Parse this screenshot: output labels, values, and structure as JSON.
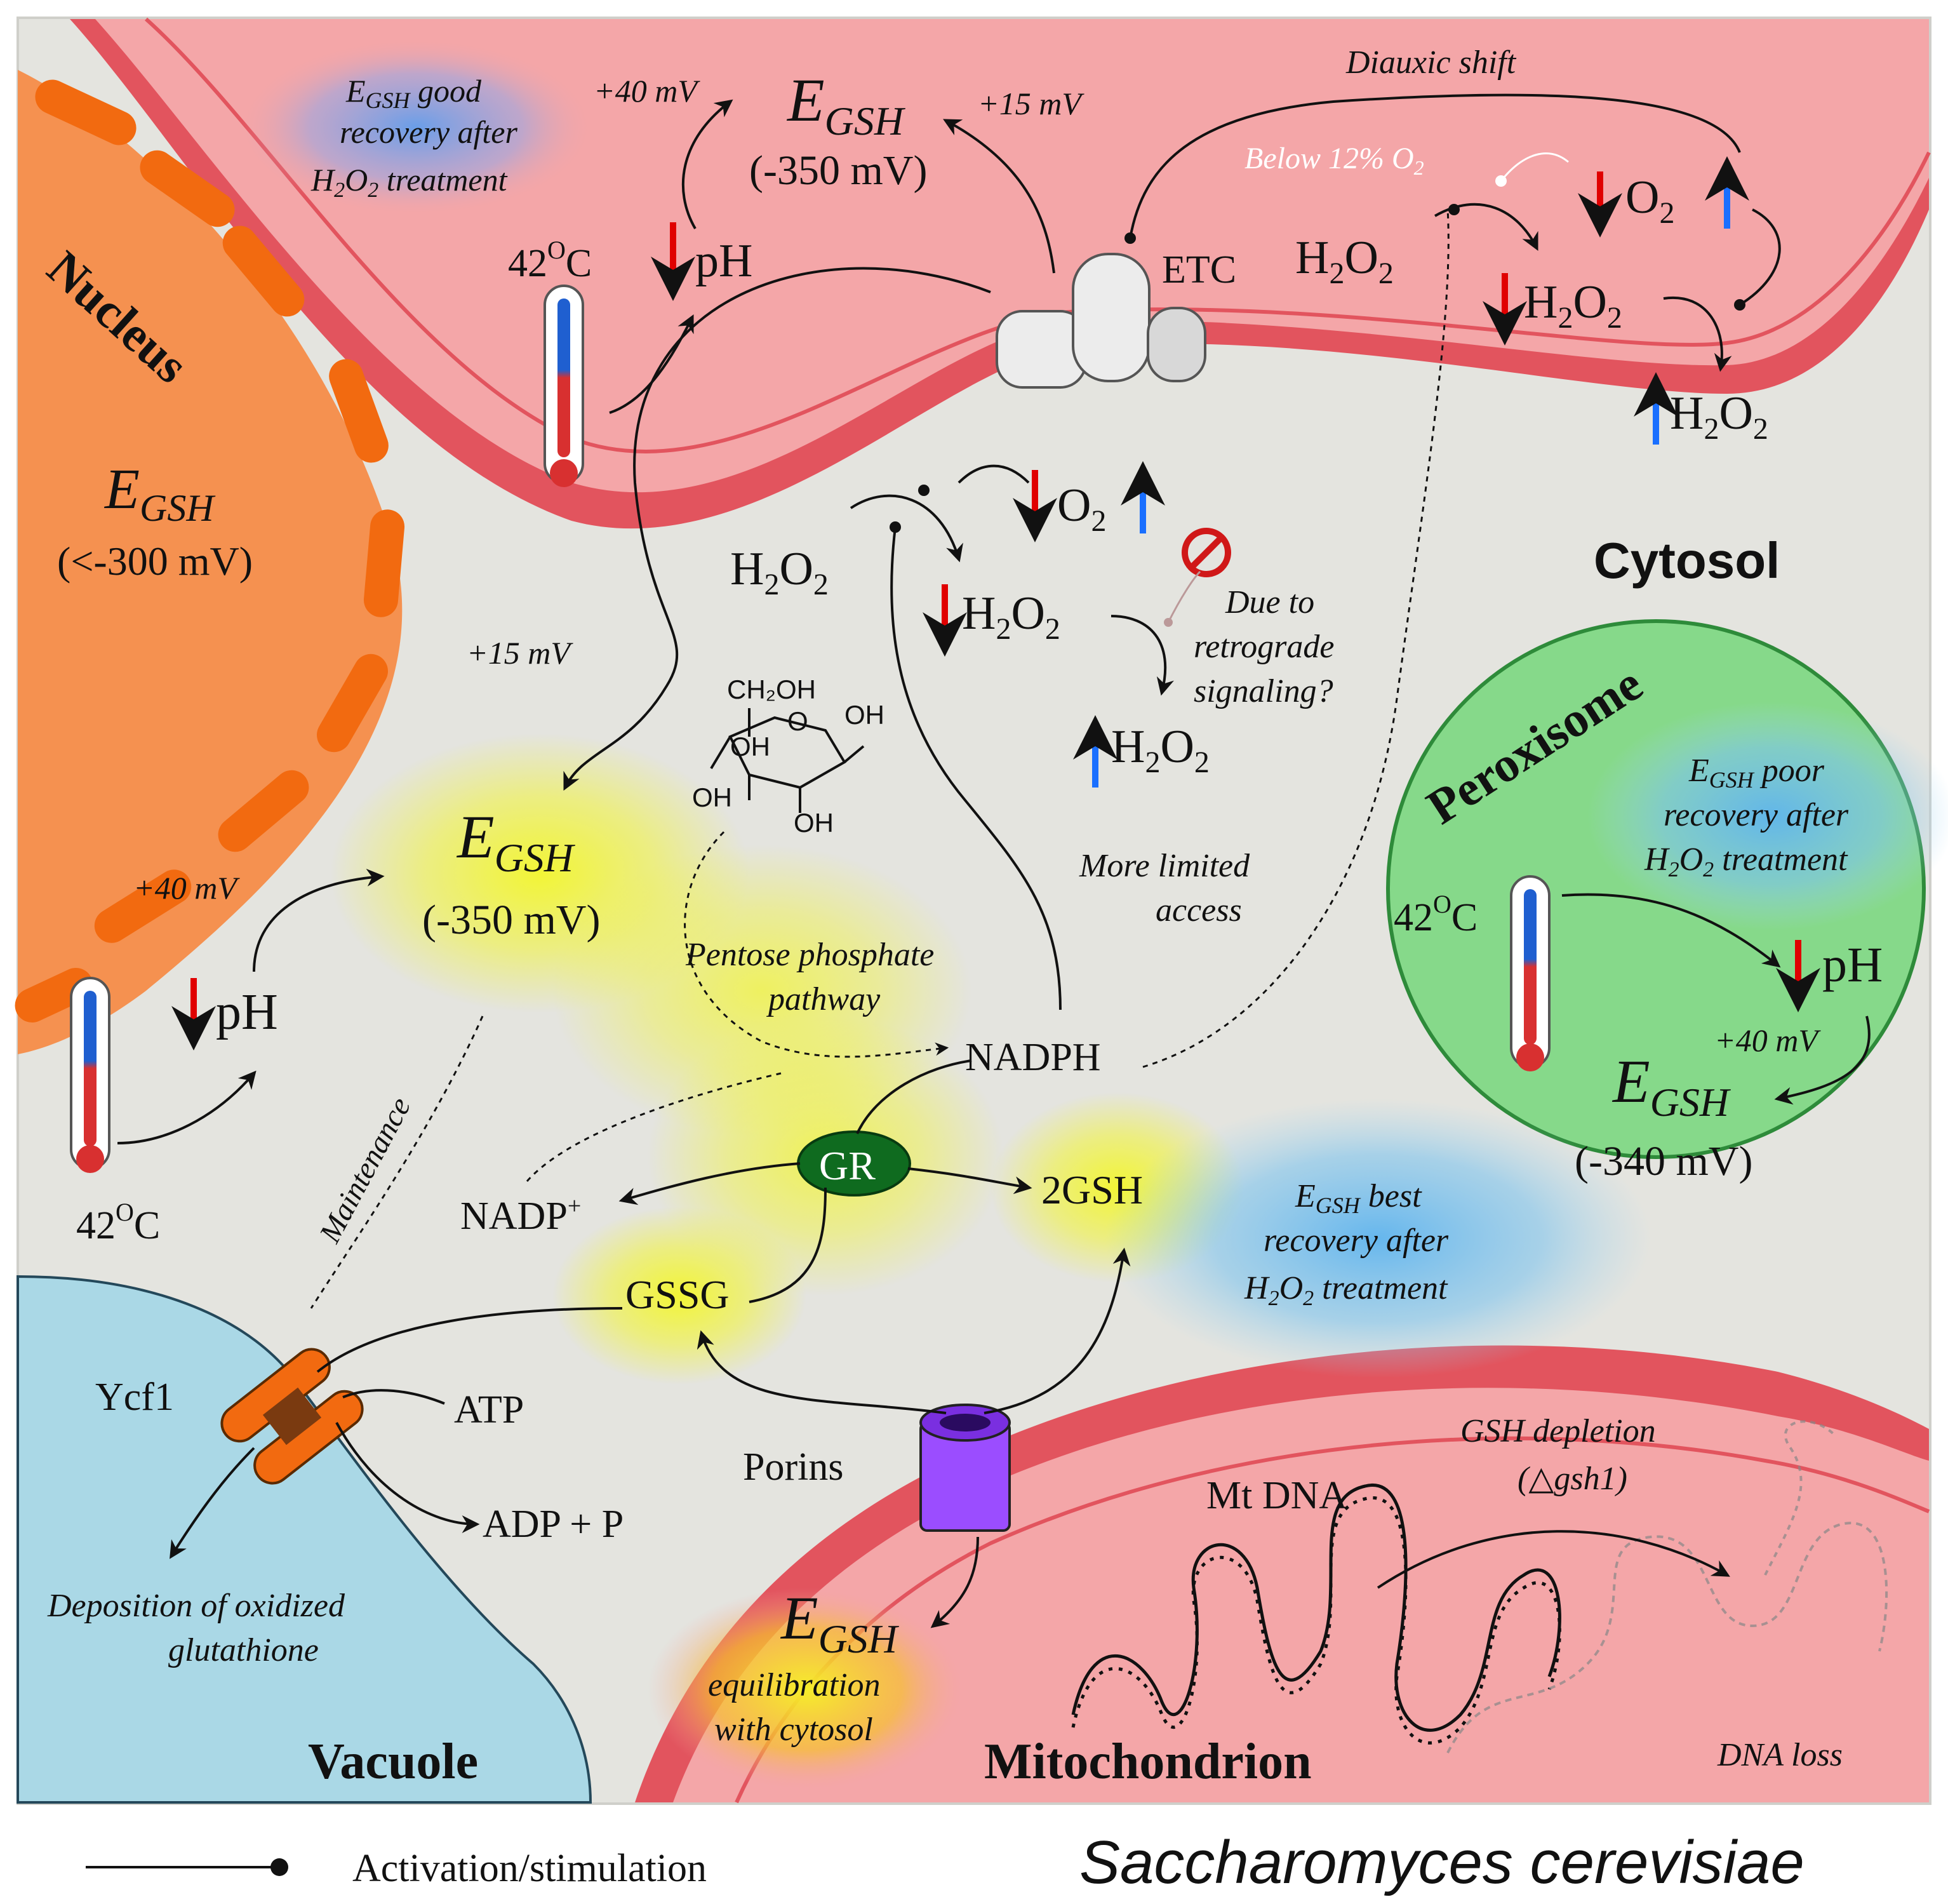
{
  "regions": {
    "nucleus": "Nucleus",
    "cytosol": "Cytosol",
    "peroxisome": "Peroxisome",
    "vacuole": "Vacuole",
    "mitochondrion": "Mitochondrion"
  },
  "nucleus": {
    "egsh": "E",
    "egsh_sub": "GSH",
    "value": "(<-300 mV)"
  },
  "mito_top": {
    "egsh": "E",
    "egsh_sub": "GSH",
    "value": "(-350 mV)",
    "mv_left": "+40 mV",
    "mv_right": "+15 mV",
    "temp": "42",
    "temp_sup": "O",
    "temp_unit": "C",
    "ph": "pH",
    "note_line1_sub": "GSH",
    "note_line1_rest": " good",
    "note_line1_E": "E",
    "note_line2": "recovery after",
    "note_line3_a": "H",
    "note_line3_b": "2",
    "note_line3_c": "O",
    "note_line3_d": "2",
    "note_line3_e": " treatment",
    "etc": "ETC",
    "diauxic": "Diauxic shift",
    "below_o2": "Below 12% O",
    "below_o2_sub": "2",
    "h2o2": "H",
    "h2o2_2": "2",
    "h2o2_o": "O",
    "h2o2_2b": "2",
    "o2": "O",
    "o2_sub": "2"
  },
  "cytosol": {
    "egsh": "E",
    "egsh_sub": "GSH",
    "value": "(-350 mV)",
    "mv15": "+15 mV",
    "mv40": "+40 mV",
    "temp": "42",
    "temp_sup": "O",
    "temp_unit": "C",
    "ph": "pH",
    "maintenance": "Maintenance",
    "retro1": "Due to",
    "retro2": "retrograde",
    "retro3": "signaling?",
    "limited1": "More limited",
    "limited2": "access",
    "ppp1": "Pentose phosphate",
    "ppp2": "pathway",
    "nadph": "NADPH",
    "nadp": "NADP",
    "nadp_sup": "+",
    "gr": "GR",
    "gsh2": "2GSH",
    "gssg": "GSSG",
    "atp": "ATP",
    "adp": "ADP + P",
    "ycf1": "Ycf1",
    "porins": "Porins",
    "deposition1": "Deposition of oxidized",
    "deposition2": "glutathione",
    "best1_E": "E",
    "best1_sub": "GSH",
    "best1_rest": " best",
    "best2": "recovery after",
    "best3_rest": " treatment"
  },
  "glucose": {
    "ch2oh": "CH₂OH",
    "o": "O",
    "oh": "OH"
  },
  "peroxisome": {
    "egsh": "E",
    "egsh_sub": "GSH",
    "value": "(-340 mV)",
    "mv40": "+40 mV",
    "temp": "42",
    "temp_sup": "O",
    "temp_unit": "C",
    "ph": "pH",
    "poor1_E": "E",
    "poor1_sub": "GSH",
    "poor1_rest": " poor",
    "poor2": "recovery after",
    "poor3_rest": " treatment"
  },
  "mitochondrion": {
    "egsh": "E",
    "egsh_sub": "GSH",
    "equil1": "equilibration",
    "equil2": "with cytosol",
    "mtdna": "Mt DNA",
    "depletion1": "GSH depletion",
    "depletion2_delta": "△",
    "depletion2_rest": "gsh1",
    "loss": "DNA loss"
  },
  "legend": {
    "activation": "Activation/stimulation",
    "organism": "Saccharomyces cerevisiae"
  },
  "colors": {
    "cytosol_bg": "#e4e4df",
    "mito_fill": "#f4a6a8",
    "mito_membrane": "#e2545e",
    "nucleus_fill": "#f59150",
    "nucleus_pore": "#f26a10",
    "peroxisome_fill": "#86d98a",
    "peroxisome_border": "#2e8b3a",
    "vacuole_fill": "#aad8e6",
    "gr_fill": "#0f6b1f",
    "porin_fill": "#9b4dff",
    "arrow_red": "#e00000",
    "arrow_blue": "#1a6fff"
  }
}
